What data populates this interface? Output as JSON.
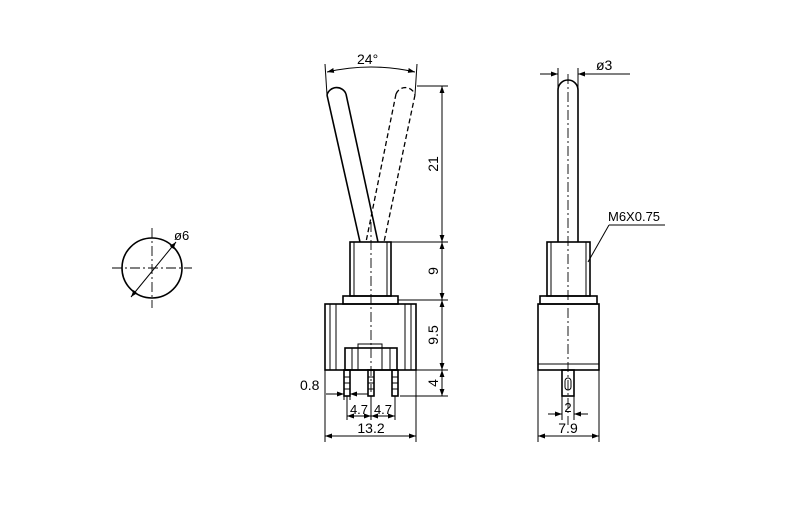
{
  "dimensions": {
    "angle": "24°",
    "handle_length": "21",
    "bushing_height": "9",
    "body_height": "9.5",
    "terminal_length": "4",
    "terminal_width": "0.8",
    "pitch_left": "4.7",
    "pitch_right": "4.7",
    "body_width": "13.2",
    "handle_dia": "ø3",
    "thread": "M6X0.75",
    "terminal_thickness": "2",
    "body_depth": "7.9",
    "panel_hole_dia": "ø6"
  },
  "colors": {
    "line": "#000000",
    "background": "#ffffff"
  }
}
